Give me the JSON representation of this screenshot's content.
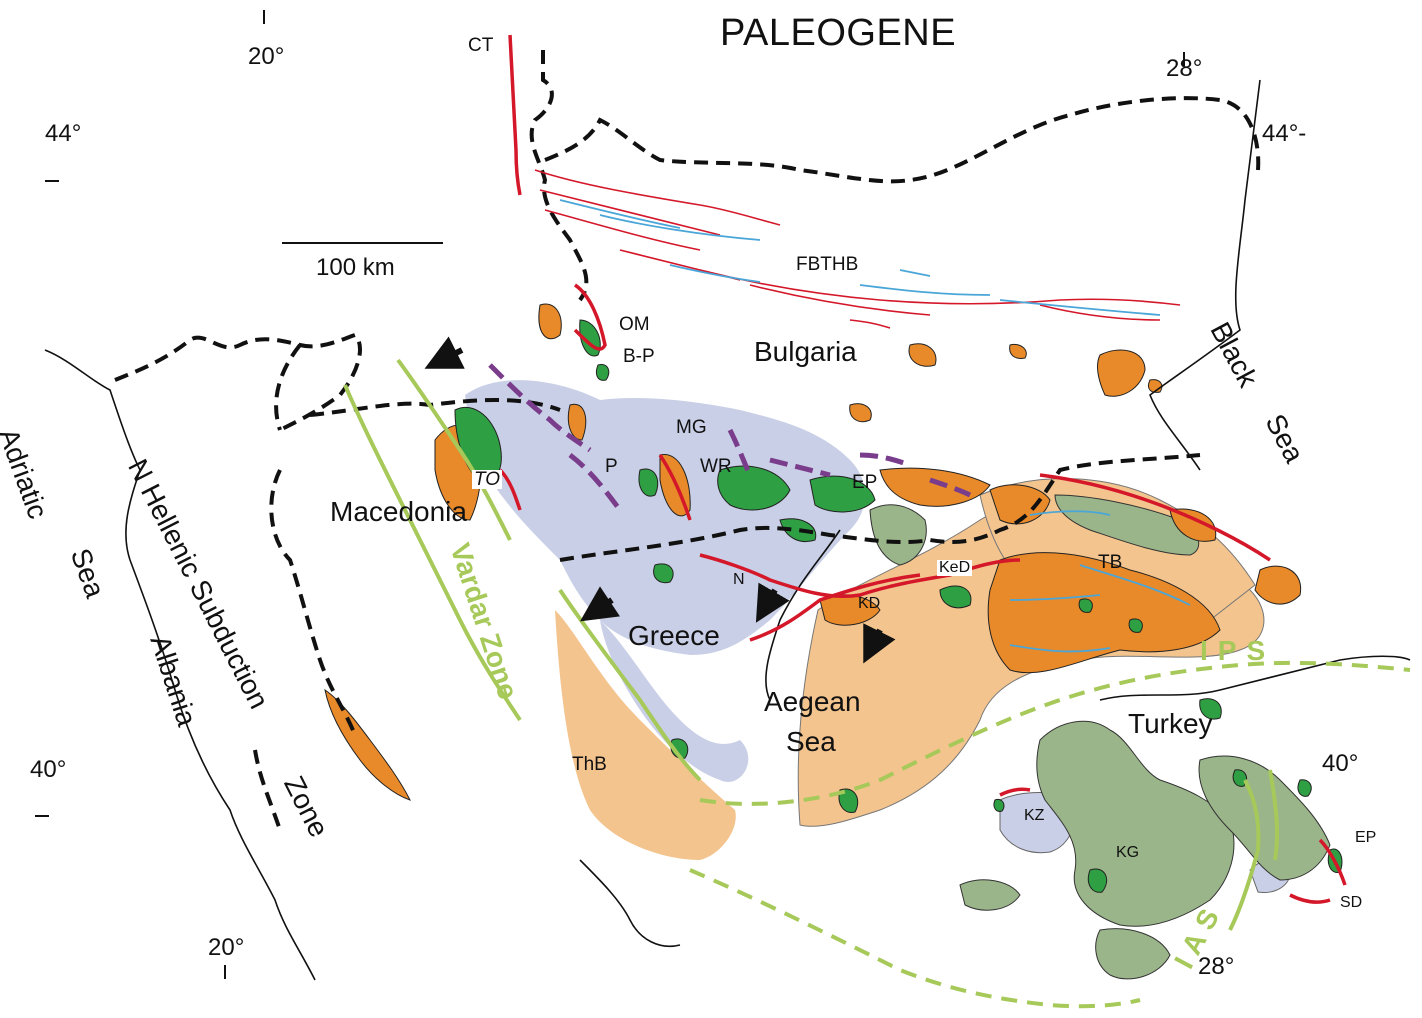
{
  "title": "PALEOGENE",
  "coordinates": {
    "top_left_lon": "20°",
    "top_right_lon": "28°",
    "left_lat_top": "44°",
    "right_lat_top": "44°-",
    "left_lat_bottom": "40°",
    "right_lat_bottom": "40°",
    "bottom_left_lon": "20°",
    "bottom_right_lon": "28°"
  },
  "scale_bar": {
    "label": "100 km"
  },
  "regions": {
    "bulgaria": "Bulgaria",
    "macedonia": "Macedonia",
    "greece": "Greece",
    "albania": "Albania",
    "turkey": "Turkey",
    "black_sea_1": "Black",
    "black_sea_2": "Sea",
    "adriatic_1": "Adriatic",
    "adriatic_2": "Sea",
    "aegean_1": "Aegean",
    "aegean_2": "Sea"
  },
  "zones": {
    "vardar": "Vardar Zone",
    "hellenic_1": "N Hellenic Subduction",
    "hellenic_2": "Zone",
    "ips": "IPS",
    "ias": "IAS"
  },
  "features": {
    "ct": "CT",
    "fbthb": "FBTHB",
    "om": "OM",
    "bp": "B-P",
    "mg": "MG",
    "wr": "WR",
    "p": "P",
    "to": "TO",
    "ep_north": "EP",
    "ked": "KeD",
    "kd": "KD",
    "n": "N",
    "tb": "TB",
    "thb": "ThB",
    "kz": "KZ",
    "kg": "KG",
    "ep_south": "EP",
    "sd": "SD"
  },
  "colors": {
    "basin_fill": "#f3c48e",
    "volcanic_orange": "#e8892a",
    "intrusive_green": "#2ea043",
    "metamorphic_core": "#c9cfe6",
    "sage_green": "#9bb58a",
    "fault_red": "#d4182a",
    "detachment_purple": "#7a3d8c",
    "fold_blue": "#4aa6d8",
    "suture_green": "#a6c95a",
    "border_black": "#111111"
  }
}
